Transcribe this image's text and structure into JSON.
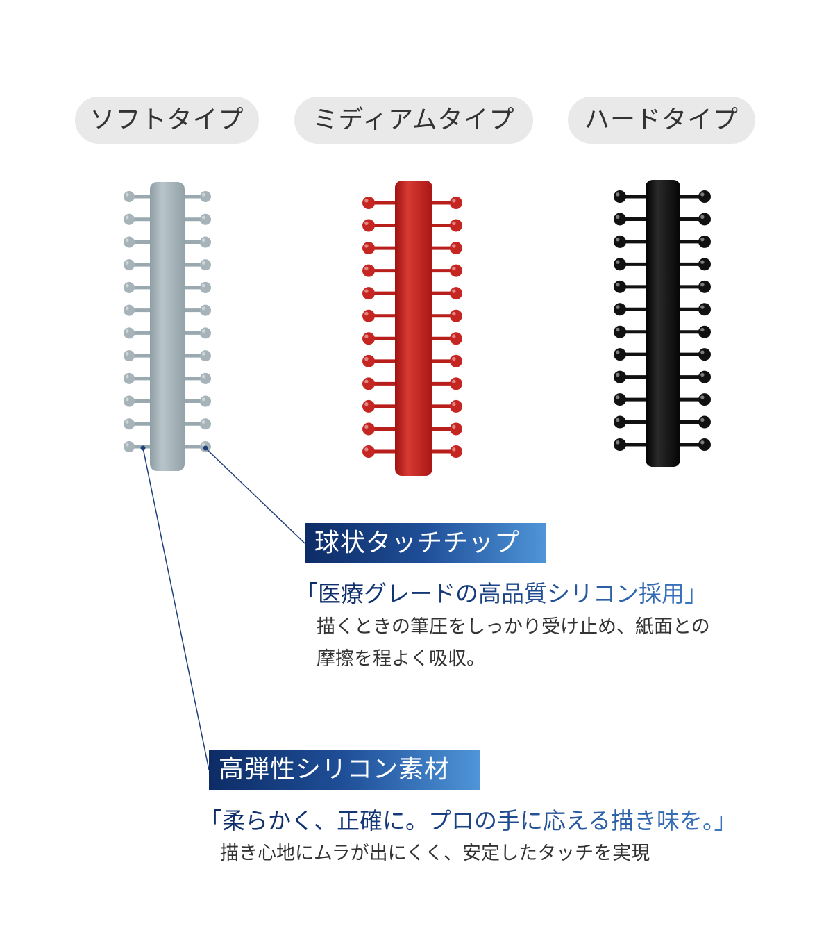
{
  "types": [
    {
      "label": "ソフトタイプ",
      "color": "#a9b6bc"
    },
    {
      "label": "ミディアムタイプ",
      "color": "#c0201d"
    },
    {
      "label": "ハードタイプ",
      "color": "#0a0a0a"
    }
  ],
  "callouts": {
    "tip": {
      "tag": "球状タッチチップ",
      "quote": "「医療グレードの高品質シリコン採用」",
      "desc_lines": [
        "描くときの筆圧をしっかり受け止め、紙面との",
        "摩擦を程よく吸収。"
      ]
    },
    "material": {
      "tag": "高弾性シリコン素材",
      "quote": "「柔らかく、正確に。プロの手に応える描き味を。」",
      "desc_lines": [
        "描き心地にムラが出にくく、安定したタッチを実現"
      ]
    }
  },
  "colors": {
    "line": "#1f3f7a",
    "pill_bg": "#e9e9e9"
  }
}
